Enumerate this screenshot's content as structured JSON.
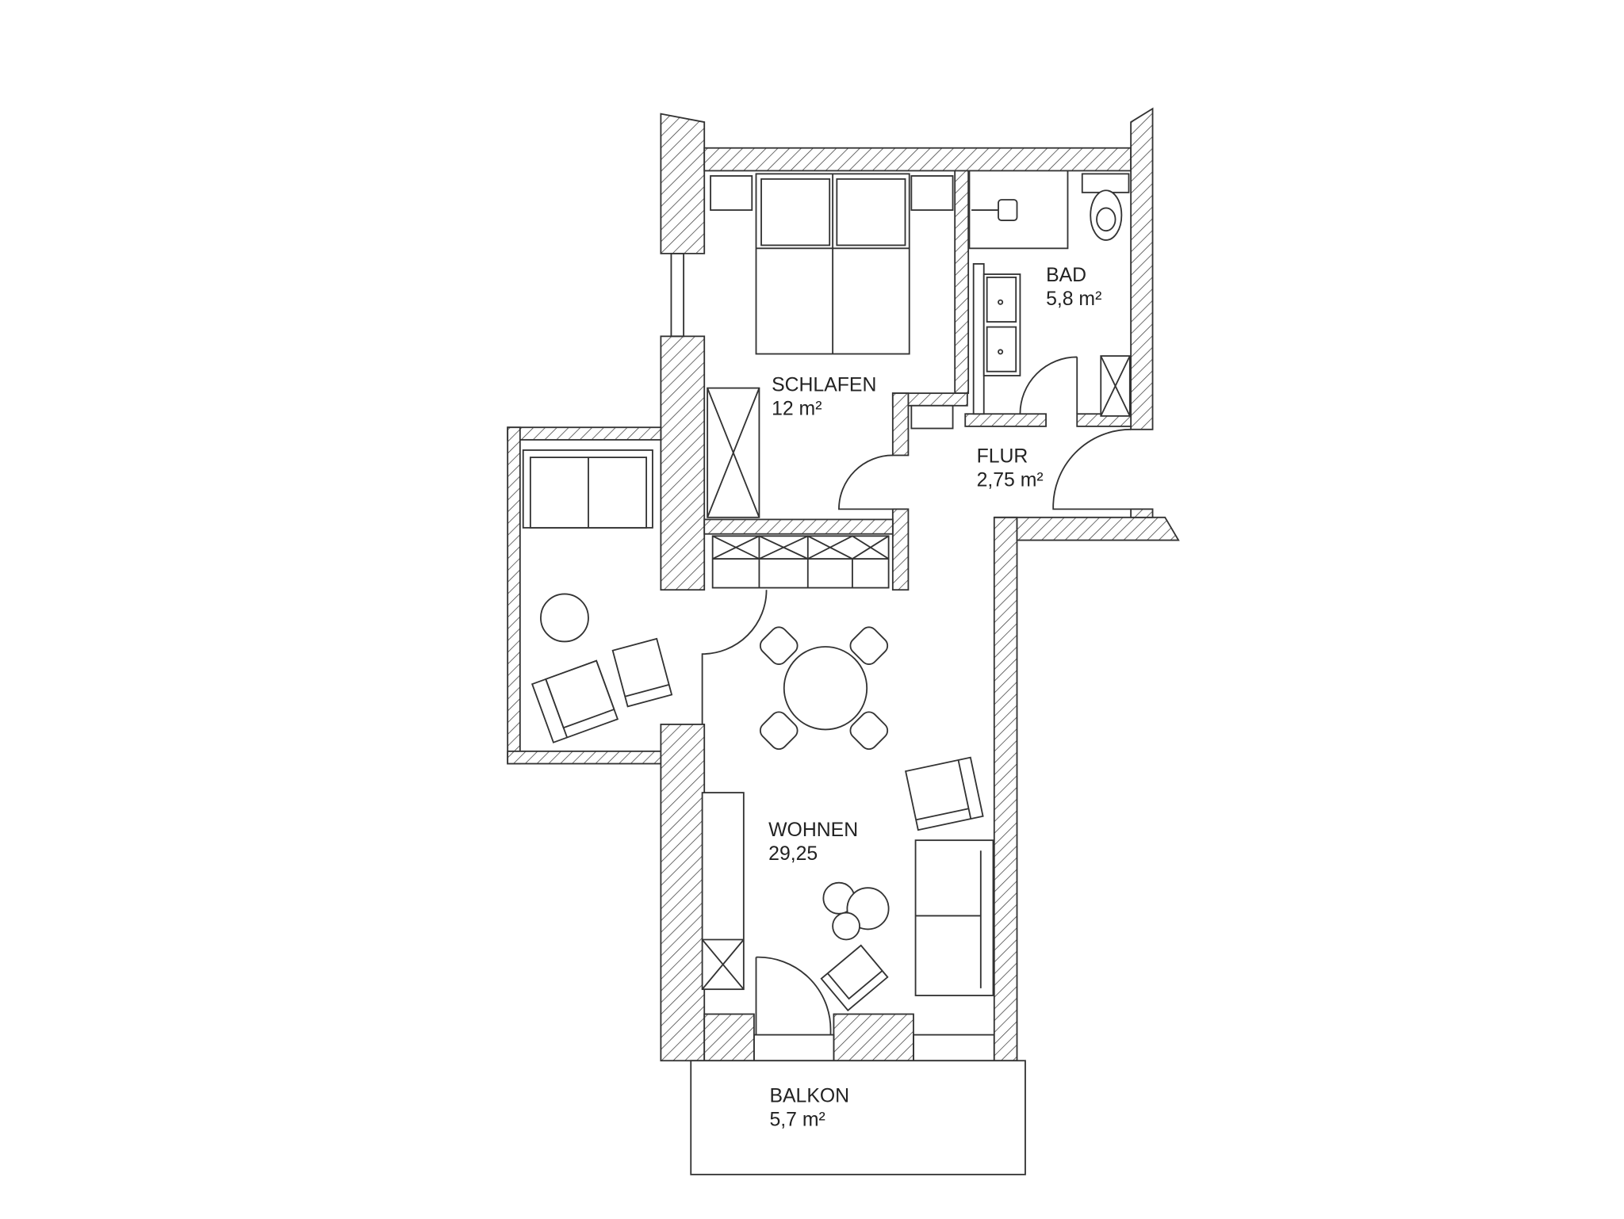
{
  "rooms": {
    "schlafen": {
      "name": "SCHLAFEN",
      "area": "12 m²"
    },
    "bad": {
      "name": "BAD",
      "area": "5,8 m²"
    },
    "flur": {
      "name": "FLUR",
      "area": "2,75 m²"
    },
    "wohnen": {
      "name": "WOHNEN",
      "area": "29,25"
    },
    "balkon": {
      "name": "BALKON",
      "area": "5,7 m²"
    }
  },
  "colors": {
    "line": "#333333",
    "background": "#ffffff"
  }
}
